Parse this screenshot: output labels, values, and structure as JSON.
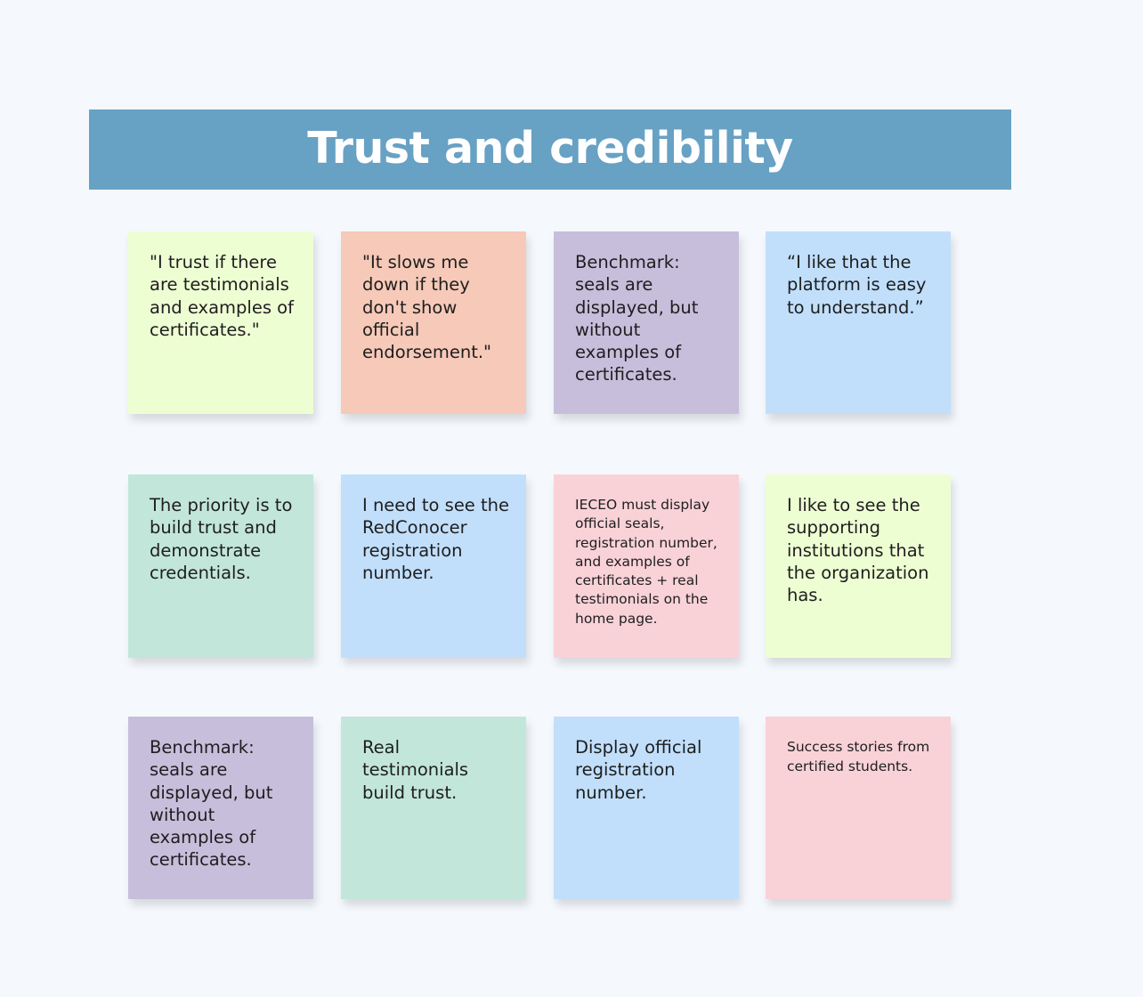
{
  "board": {
    "title": "Trust and credibility"
  },
  "notes": [
    {
      "text": "\"I trust if there are testimonials and examples of certificates.\"",
      "color": "#eefed3"
    },
    {
      "text": "\"It slows me down if they don't show official endorsement.\"",
      "color": "#f6c9b8"
    },
    {
      "text": "Benchmark: seals are displayed, but without examples of certificates.",
      "color": "#c7bedc"
    },
    {
      "text": "“I like that the platform is easy to understand.”",
      "color": "#c1dffb"
    },
    {
      "text": "The priority is to build trust and demonstrate credentials.",
      "color": "#c2e6da"
    },
    {
      "text": "I need to see the RedConocer registration number.",
      "color": "#c1dffb"
    },
    {
      "text": "IECEO must display official seals, registration number, and examples of certificates + real testimonials on the home page.",
      "color": "#f9d2d8"
    },
    {
      "text": "I like to see the supporting institutions that the organization has.",
      "color": "#eefed3"
    },
    {
      "text": "Benchmark: seals are displayed, but without examples of certificates.",
      "color": "#c7bedc"
    },
    {
      "text": "Real testimonials build trust.",
      "color": "#c2e6da"
    },
    {
      "text": "Display official registration number.",
      "color": "#c1dffb"
    },
    {
      "text": "Success stories from certified students.",
      "color": "#f9d2d8"
    }
  ],
  "colors": {
    "banner": "#67a1c4",
    "background": "#f5f9fd"
  }
}
